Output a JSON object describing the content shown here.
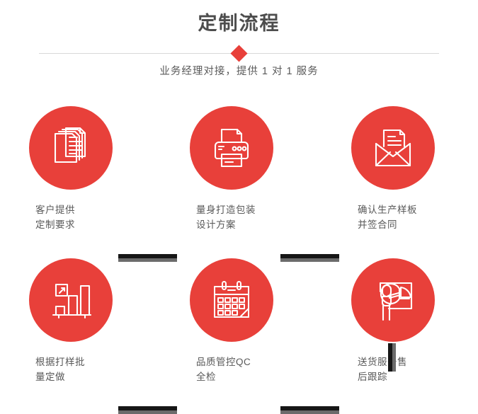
{
  "header": {
    "title": "定制流程",
    "subtitle": "业务经理对接，提供 1 对 1 服务",
    "accent_color": "#e8403a",
    "title_color": "#4d4d4d",
    "divider_icon": "diamond-icon"
  },
  "flow": {
    "circle_color": "#e8403a",
    "connector_color": "#161616",
    "connector_shadow_color": "#6b6b6b",
    "steps": [
      {
        "id": "step-1",
        "icon": "documents-stack-icon",
        "label_line1": "客户提供",
        "label_line2": "定制要求"
      },
      {
        "id": "step-2",
        "icon": "printer-icon",
        "label_line1": "量身打造包装",
        "label_line2": "设计方案"
      },
      {
        "id": "step-3",
        "icon": "envelope-letter-icon",
        "label_line1": "确认生产样板",
        "label_line2": "并签合同"
      },
      {
        "id": "step-4",
        "icon": "bar-chart-growth-icon",
        "label_line1": "根据打样批",
        "label_line2": "量定做"
      },
      {
        "id": "step-5",
        "icon": "calendar-icon",
        "label_line1": "品质管控QC",
        "label_line2": "全检"
      },
      {
        "id": "step-6",
        "icon": "presentation-person-icon",
        "label_line1": "送货服务售",
        "label_line2": "后跟踪"
      }
    ],
    "connectors": [
      {
        "id": "connector-1-2",
        "orientation": "horizontal"
      },
      {
        "id": "connector-2-3",
        "orientation": "horizontal"
      },
      {
        "id": "connector-3-6",
        "orientation": "vertical"
      },
      {
        "id": "connector-4-5",
        "orientation": "horizontal"
      },
      {
        "id": "connector-5-6",
        "orientation": "horizontal"
      }
    ]
  }
}
